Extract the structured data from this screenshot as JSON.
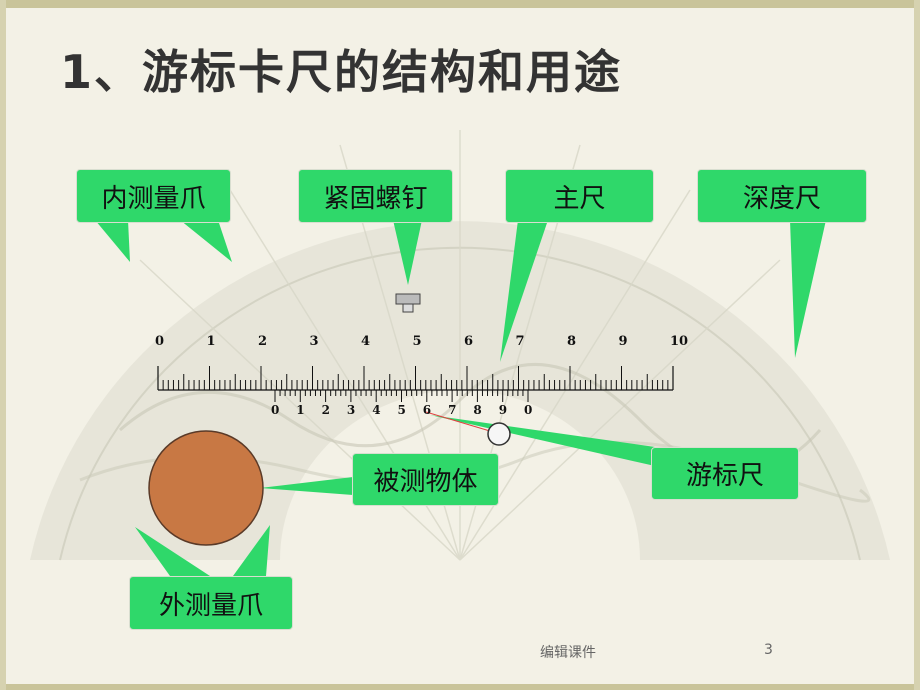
{
  "title": "1、游标卡尺的结构和用途",
  "callouts": {
    "inner_jaws": "内测量爪",
    "locking_screw": "紧固螺钉",
    "main_scale": "主尺",
    "depth_rod": "深度尺",
    "vernier": "游标尺",
    "object": "被测物体",
    "outer_jaws": "外测量爪"
  },
  "main_scale_labels": [
    "0",
    "1",
    "2",
    "3",
    "4",
    "5",
    "6",
    "7",
    "8",
    "9",
    "10"
  ],
  "vernier_labels": [
    "0",
    "1",
    "2",
    "3",
    "4",
    "5",
    "6",
    "7",
    "8",
    "9",
    "0"
  ],
  "colors": {
    "callout": "#2fd86a",
    "object": "#c87844",
    "background": "#f3f1e6"
  },
  "footer": "编辑课件",
  "page_number": "3"
}
